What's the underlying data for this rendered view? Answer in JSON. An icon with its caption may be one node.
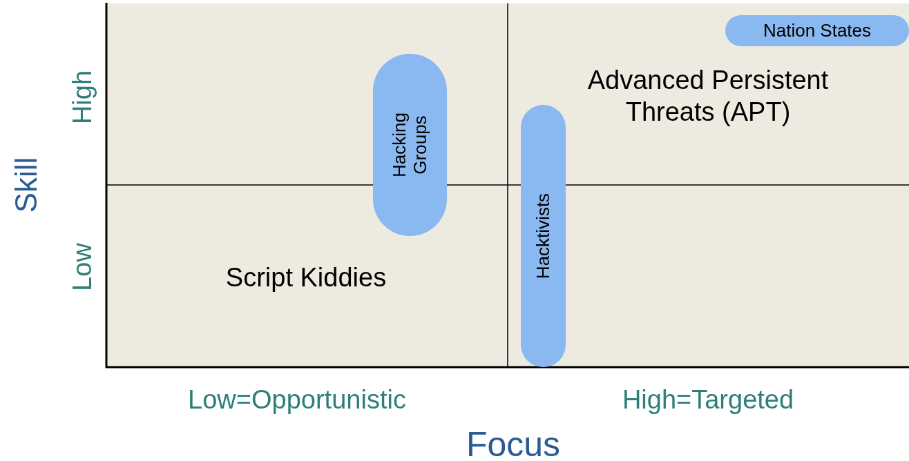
{
  "diagram": {
    "nodes": [
      {
        "text": [
          "Nation States"
        ]
      },
      {
        "text": [
          "Hacking Groups"
        ]
      },
      {
        "text": [
          "Hacktivists"
        ]
      }
    ],
    "labels": [
      "Advanced Persistent Threats (APT)",
      "Script Kiddies",
      "High",
      "Skill",
      "Low",
      "Low=Opportunistic",
      "High=Targeted",
      "Focus"
    ]
  }
}
